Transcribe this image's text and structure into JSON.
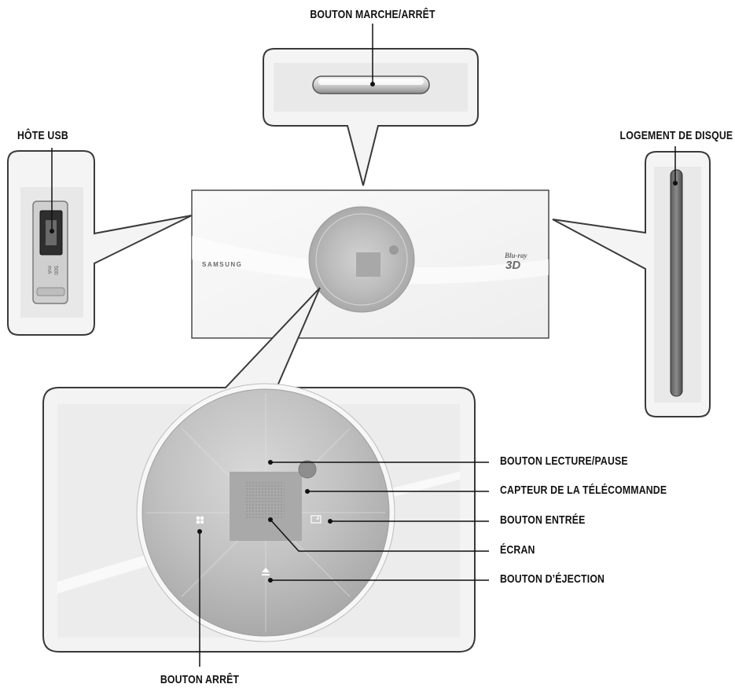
{
  "labels": {
    "power_button": "BOUTON MARCHE/ARRÊT",
    "usb_host": "HÔTE USB",
    "disc_slot": "LOGEMENT DE DISQUE",
    "play_pause": "BOUTON LECTURE/PAUSE",
    "remote_sensor": "CAPTEUR DE LA TÉLÉCOMMANDE",
    "enter_button": "BOUTON ENTRÉE",
    "display": "ÉCRAN",
    "eject_button": "BOUTON D’ÉJECTION",
    "stop_button": "BOUTON ARRÊT"
  },
  "device": {
    "brand": "SAMSUNG",
    "logo_top": "Blu-ray",
    "logo_3d": "3D"
  },
  "usb": {
    "rating_value": "500",
    "rating_unit": "mA"
  }
}
